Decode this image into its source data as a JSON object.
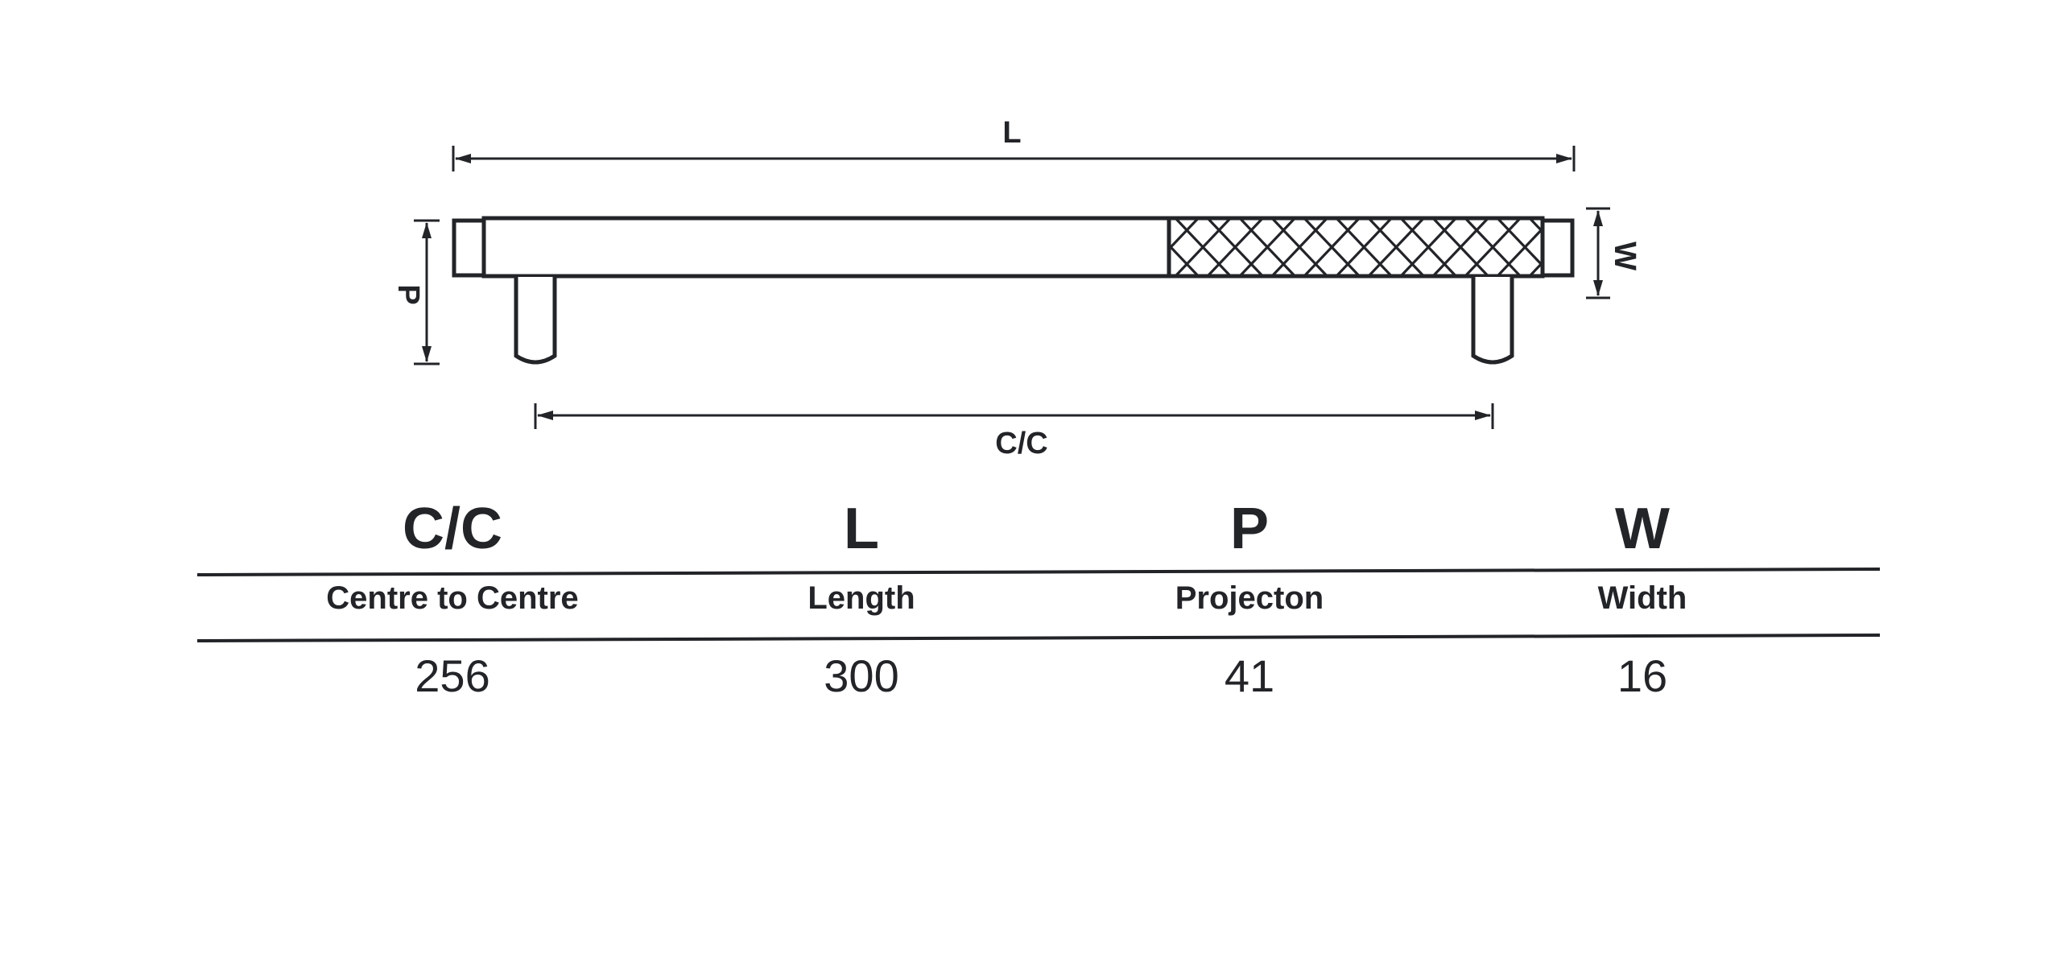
{
  "diagram": {
    "labels": {
      "length": "L",
      "centre_to_centre": "C/C",
      "projection": "P",
      "width": "W"
    },
    "colors": {
      "line": "#222428",
      "background": "#ffffff"
    }
  },
  "spec_table": {
    "columns": [
      {
        "symbol": "C/C",
        "name": "Centre to Centre",
        "value": "256"
      },
      {
        "symbol": "L",
        "name": "Length",
        "value": "300"
      },
      {
        "symbol": "P",
        "name": "Projecton",
        "value": "41"
      },
      {
        "symbol": "W",
        "name": "Width",
        "value": "16"
      }
    ]
  }
}
